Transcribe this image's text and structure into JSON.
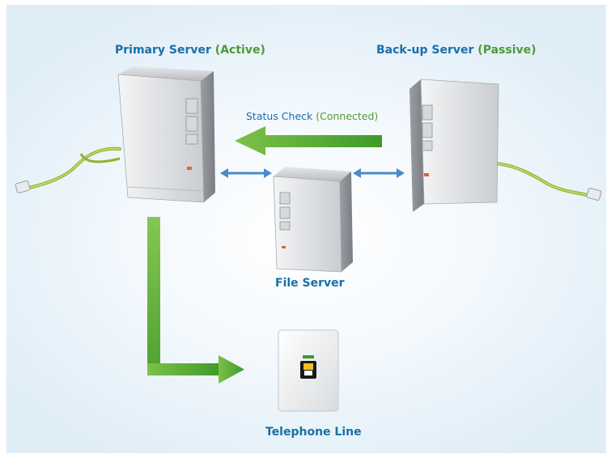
{
  "primary_server": {
    "name": "Primary Server",
    "state": "(Active)"
  },
  "backup_server": {
    "name": "Back-up Server",
    "state": "(Passive)"
  },
  "status_check": {
    "label": "Status Check",
    "state": "(Connected)"
  },
  "file_server": {
    "label": "File Server"
  },
  "telephone_line": {
    "label": "Telephone Line"
  },
  "colors": {
    "label_blue": "#1a6fa8",
    "status_green": "#4f9a36",
    "arrow_green": "#5cb135",
    "link_blue": "#4a8cc8"
  },
  "icons": [
    "server-tower-icon",
    "ethernet-cable-icon",
    "telephone-jack-icon",
    "arrow-left-icon",
    "elbow-arrow-icon",
    "double-arrow-icon"
  ]
}
